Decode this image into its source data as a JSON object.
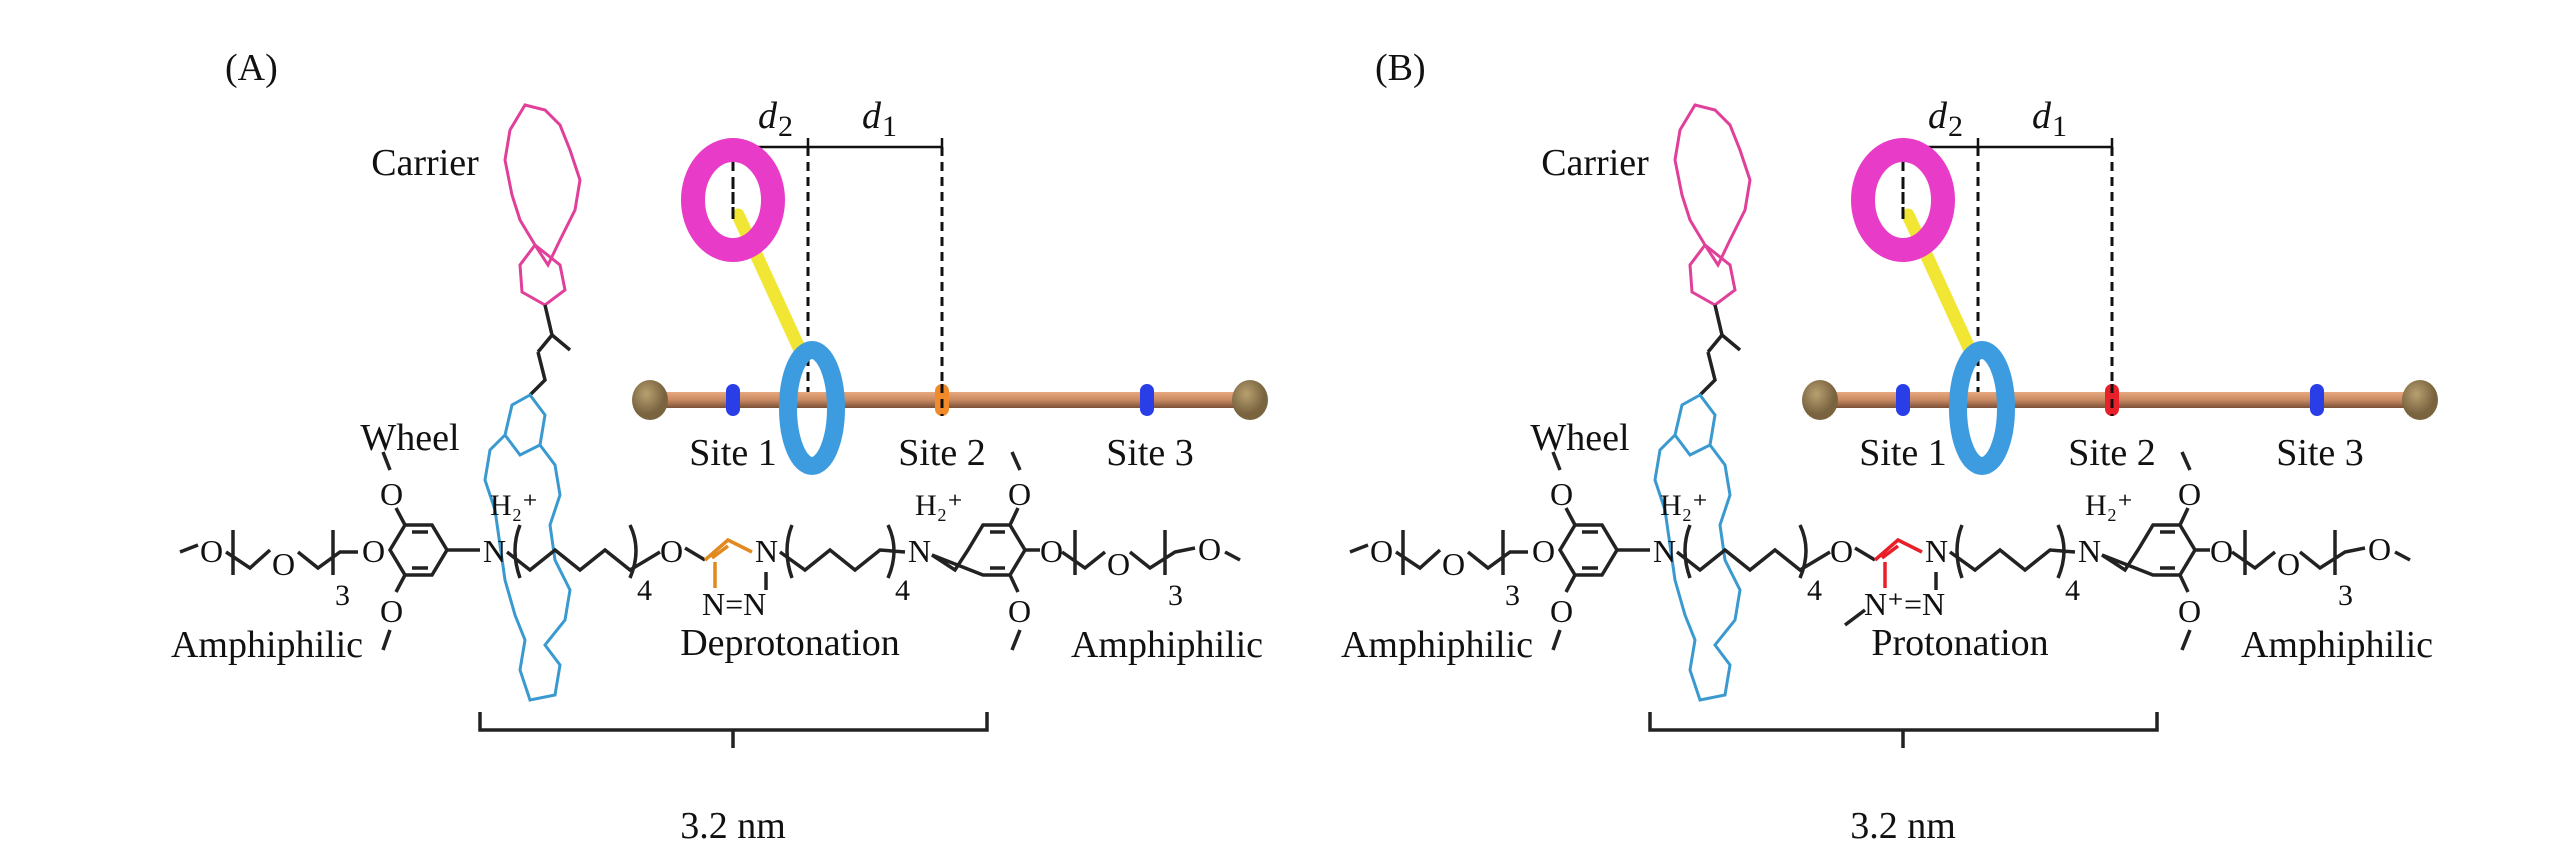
{
  "panels": [
    {
      "tag": "(A)",
      "carrier": "Carrier",
      "wheel": "Wheel",
      "amphiphilic_left": "Amphiphilic",
      "amphiphilic_right": "Amphiphilic",
      "state": "Deprotonation",
      "sites": [
        "Site 1",
        "Site 2",
        "Site 3"
      ],
      "d1": "d",
      "d1_sub": "1",
      "d2": "d",
      "d2_sub": "2",
      "length": "3.2 nm",
      "site2_color": "#f08a2a",
      "triazole_color": "#e08a20",
      "triazole_label": "N=N"
    },
    {
      "tag": "(B)",
      "carrier": "Carrier",
      "wheel": "Wheel",
      "amphiphilic_left": "Amphiphilic",
      "amphiphilic_right": "Amphiphilic",
      "state": "Protonation",
      "sites": [
        "Site 1",
        "Site 2",
        "Site 3"
      ],
      "d1": "d",
      "d1_sub": "1",
      "d2": "d",
      "d2_sub": "2",
      "length": "3.2 nm",
      "site2_color": "#e8202a",
      "triazole_color": "#e8202a",
      "triazole_label": "N⁺=N"
    }
  ],
  "chem": {
    "o": "O",
    "n": "N",
    "h2plus": "H₂⁺",
    "n4": "4",
    "n3": "3"
  },
  "colors": {
    "rod": "#c98a62",
    "stopper": "#9c8258",
    "wheel_ring": "#3d9be0",
    "carrier_ring": "#e83cc8",
    "linker": "#f2e634",
    "site_blue": "#2a3ee8"
  }
}
